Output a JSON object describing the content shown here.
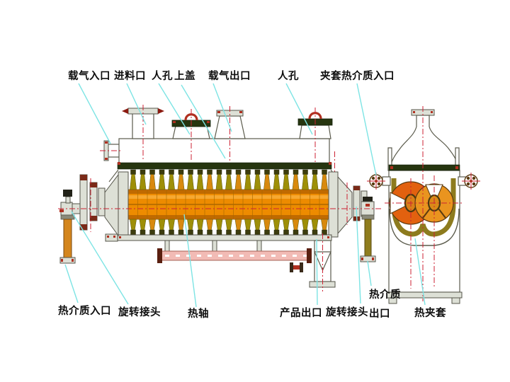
{
  "diagram": {
    "name": "paddle-dryer-structure-diagram",
    "views": [
      "front-section-view",
      "end-section-view"
    ]
  },
  "labels": {
    "top": [
      {
        "id": "carrier-gas-inlet",
        "text": "载气入口"
      },
      {
        "id": "feed-inlet",
        "text": "进料口"
      },
      {
        "id": "manhole-1",
        "text": "人孔"
      },
      {
        "id": "top-cover",
        "text": "上盖"
      },
      {
        "id": "carrier-gas-outlet",
        "text": "载气出口"
      },
      {
        "id": "manhole-2",
        "text": "人孔"
      },
      {
        "id": "jacket-heat-medium-inlet",
        "text": "夹套热介质入口"
      }
    ],
    "bottom": [
      {
        "id": "heat-medium-inlet",
        "text": "热介质入口"
      },
      {
        "id": "rotary-joint-left",
        "text": "旋转接头"
      },
      {
        "id": "hot-shaft",
        "text": "热轴"
      },
      {
        "id": "product-outlet",
        "text": "产品出口"
      },
      {
        "id": "rotary-joint-right",
        "text": "旋转接头"
      },
      {
        "id": "heat-medium-outlet",
        "text": "热介质出口",
        "lines": [
          "热介质",
          "出口"
        ]
      },
      {
        "id": "hot-jacket",
        "text": "热夹套"
      }
    ]
  },
  "colors": {
    "leader_line": "#7de4e4",
    "centerline_red": "#cc2233",
    "shaft_orange": "#ed8b00",
    "shaft_shadow": "#c06a00",
    "paddle_olive": "#9e8f08",
    "paddle_orange": "#d8890e",
    "cover_dark_green": "#26350f",
    "disc_orange_deep": "#e2610f",
    "disc_orange_light": "#e9941f",
    "trough_olive": "#8d7b1e",
    "beam_pink": "#f2bbb5",
    "pipe_orange": "#d4861e",
    "pipe_olive": "#8f7d1e",
    "fitting_red": "#b03020",
    "metal_gray": "#dde0d6"
  }
}
